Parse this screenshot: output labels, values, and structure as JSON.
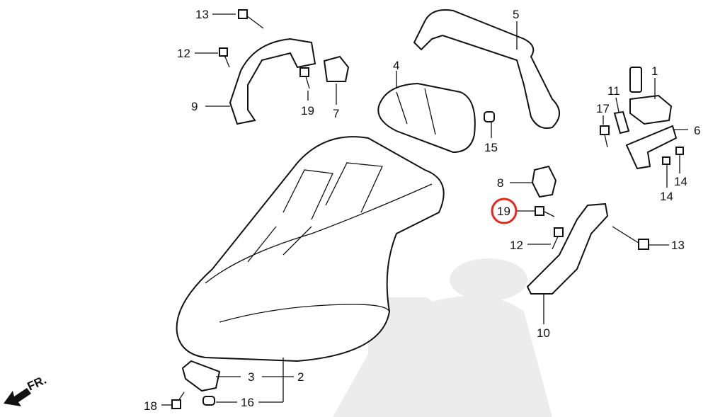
{
  "diagram": {
    "front_indicator": "FR.",
    "highlight_color": "#e4281e",
    "callouts": [
      {
        "id": "c13a",
        "text": "13"
      },
      {
        "id": "c5",
        "text": "5"
      },
      {
        "id": "c12a",
        "text": "12"
      },
      {
        "id": "c1",
        "text": "1"
      },
      {
        "id": "c9",
        "text": "9"
      },
      {
        "id": "c19a",
        "text": "19"
      },
      {
        "id": "c7",
        "text": "7"
      },
      {
        "id": "c4",
        "text": "4"
      },
      {
        "id": "c11",
        "text": "11"
      },
      {
        "id": "c17",
        "text": "17"
      },
      {
        "id": "c6",
        "text": "6"
      },
      {
        "id": "c15",
        "text": "15"
      },
      {
        "id": "c14a",
        "text": "14"
      },
      {
        "id": "c14b",
        "text": "14"
      },
      {
        "id": "c8",
        "text": "8"
      },
      {
        "id": "c19b",
        "text": "19",
        "highlighted": true
      },
      {
        "id": "c12b",
        "text": "12"
      },
      {
        "id": "c13b",
        "text": "13"
      },
      {
        "id": "c10",
        "text": "10"
      },
      {
        "id": "c3",
        "text": "3"
      },
      {
        "id": "c2",
        "text": "2"
      },
      {
        "id": "c18",
        "text": "18"
      },
      {
        "id": "c16",
        "text": "16"
      }
    ]
  }
}
